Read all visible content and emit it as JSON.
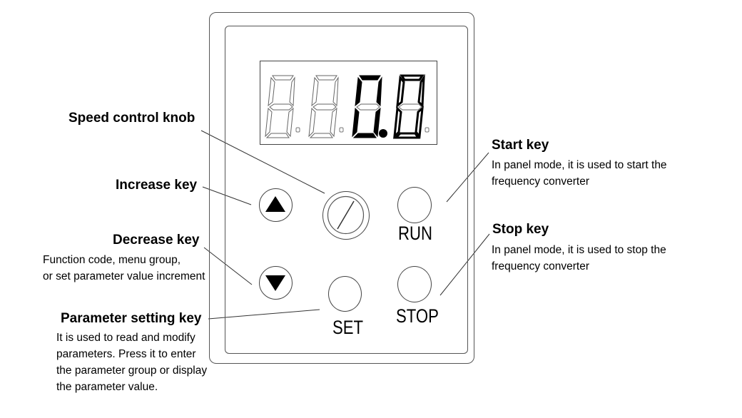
{
  "display": {
    "value": "0.0"
  },
  "keys": {
    "run": "RUN",
    "set": "SET",
    "stop": "STOP"
  },
  "annotations": {
    "speed_knob": {
      "title": "Speed control knob"
    },
    "increase": {
      "title": "Increase key"
    },
    "decrease": {
      "title": "Decrease key",
      "desc": [
        "Function code, menu group,",
        "or set parameter value increment"
      ]
    },
    "parameter": {
      "title": "Parameter setting key",
      "desc": [
        "It is used to read and modify",
        "parameters. Press it to enter",
        "the parameter group or display",
        "the parameter value."
      ]
    },
    "start": {
      "title": "Start key",
      "desc": [
        "In panel mode, it is used to start the",
        "frequency converter"
      ]
    },
    "stop": {
      "title": "Stop key",
      "desc": [
        "In panel mode, it is used to stop the",
        "frequency converter"
      ]
    }
  }
}
